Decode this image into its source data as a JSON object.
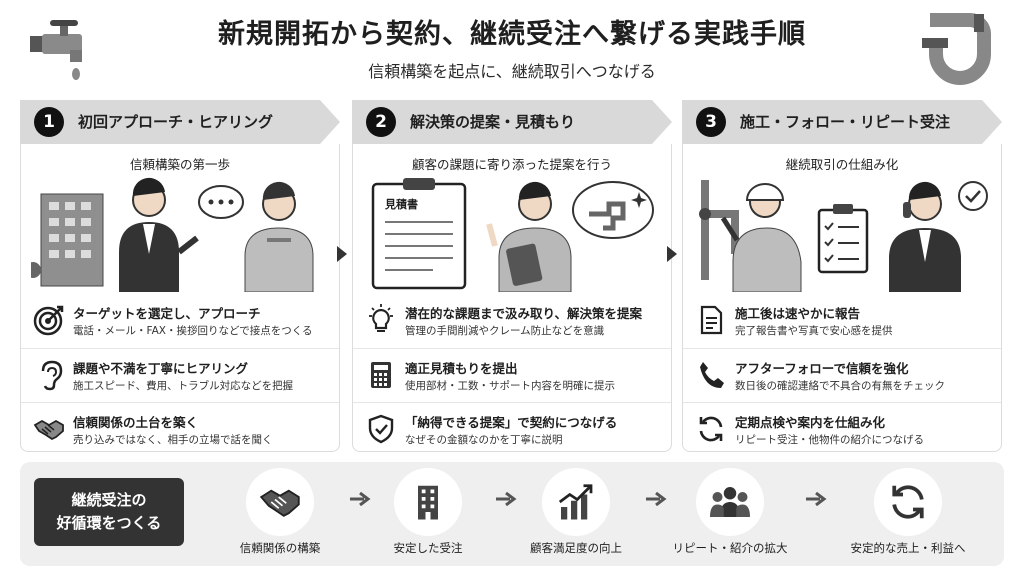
{
  "header": {
    "title": "新規開拓から契約、継続受注へ繋げる実践手順",
    "subtitle": "信頼構築を起点に、継続取引へつなげる"
  },
  "steps": [
    {
      "number": "1",
      "title": "初回アプローチ・ヒアリング",
      "caption": "信頼構築の第一歩",
      "items": [
        {
          "icon": "target-icon",
          "main": "ターゲットを選定し、アプローチ",
          "sub": "電話・メール・FAX・挨拶回りなどで接点をつくる"
        },
        {
          "icon": "ear-icon",
          "main": "課題や不満を丁寧にヒアリング",
          "sub": "施工スピード、費用、トラブル対応などを把握"
        },
        {
          "icon": "handshake-icon",
          "main": "信頼関係の土台を築く",
          "sub": "売り込みではなく、相手の立場で話を聞く"
        }
      ]
    },
    {
      "number": "2",
      "title": "解決策の提案・見積もり",
      "caption": "顧客の課題に寄り添った提案を行う",
      "estimate_label": "見積書",
      "items": [
        {
          "icon": "lightbulb-icon",
          "main": "潜在的な課題まで汲み取り、解決策を提案",
          "sub": "管理の手間削減やクレーム防止などを意識"
        },
        {
          "icon": "calculator-icon",
          "main": "適正見積もりを提出",
          "sub": "使用部材・工数・サポート内容を明確に提示"
        },
        {
          "icon": "shield-check-icon",
          "main": "「納得できる提案」で契約につなげる",
          "sub": "なぜその金額なのかを丁寧に説明"
        }
      ]
    },
    {
      "number": "3",
      "title": "施工・フォロー・リピート受注",
      "caption": "継続取引の仕組み化",
      "items": [
        {
          "icon": "document-icon",
          "main": "施工後は速やかに報告",
          "sub": "完了報告書や写真で安心感を提供"
        },
        {
          "icon": "phone-icon",
          "main": "アフターフォローで信頼を強化",
          "sub": "数日後の確認連絡で不具合の有無をチェック"
        },
        {
          "icon": "refresh-icon",
          "main": "定期点検や案内を仕組み化",
          "sub": "リピート受注・他物件の紹介につなげる"
        }
      ]
    }
  ],
  "cycle": {
    "badge_line1": "継続受注の",
    "badge_line2": "好循環をつくる",
    "stages": [
      {
        "icon": "handshake-icon",
        "label": "信頼関係の構築"
      },
      {
        "icon": "building-icon",
        "label": "安定した受注"
      },
      {
        "icon": "growth-chart-icon",
        "label": "顧客満足度の向上"
      },
      {
        "icon": "people-icon",
        "label": "リピート・紹介の拡大"
      },
      {
        "icon": "cycle-arrows-icon",
        "label": "安定的な売上・利益へ"
      }
    ]
  },
  "colors": {
    "header_band": "#d9d9d9",
    "number_circle": "#111111",
    "strip_background": "#efefef",
    "badge_background": "#333333"
  }
}
